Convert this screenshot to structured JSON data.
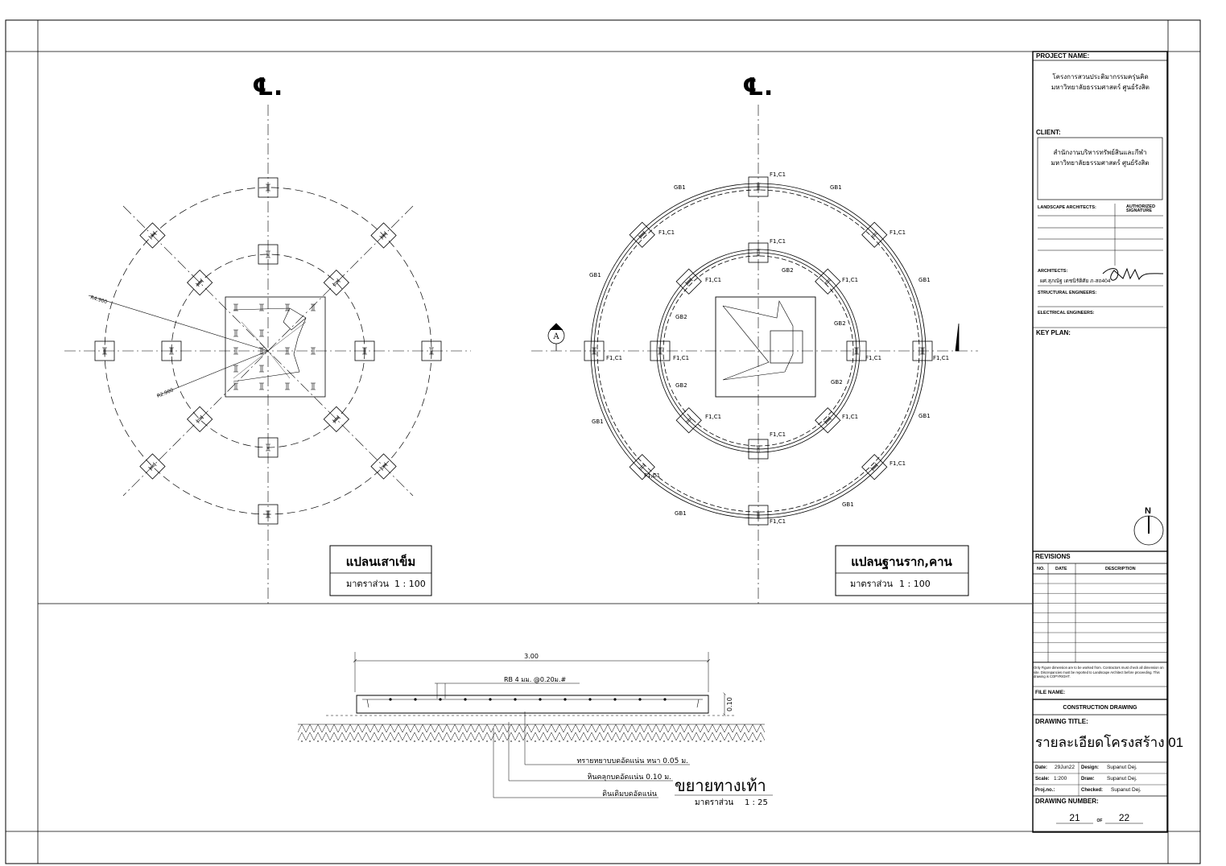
{
  "plans": {
    "centerline_symbol": "℄.",
    "pile_plan": {
      "title": "แปลนเสาเข็ม",
      "scale_label": "มาตราส่วน",
      "scale_value": "1 : 100",
      "radius_outer": "R4.900",
      "radius_inner": "R2.900"
    },
    "foundation_plan": {
      "title": "แปลนฐานราก,คาน",
      "scale_label": "มาตราส่วน",
      "scale_value": "1 : 100",
      "section_marker": "A",
      "footing_tag": "F1,C1",
      "beam_outer": "GB1",
      "beam_inner": "GB2"
    }
  },
  "detail": {
    "dimension": "3.00",
    "rebar": "RB 4 มม. @0.20ม.#",
    "thickness": "0.10",
    "layer_sand": "ทรายหยาบบดอัดแน่น หนา 0.05 ม.",
    "layer_gravel": "หินคลุกบดอัดแน่น 0.10 ม.",
    "layer_soil": "ดินเดิมบดอัดแน่น",
    "title": "ขยายทางเท้า",
    "scale_label": "มาตราส่วน",
    "scale_value": "1 : 25"
  },
  "title_block": {
    "project_name_label": "PROJECT NAME:",
    "project_name_line1": "โครงการสวนประติมากรรมครุ่นคิด",
    "project_name_line2": "มหาวิทยาลัยธรรมศาสตร์ ศูนย์รังสิต",
    "client_label": "CLIENT:",
    "client_line1": "สำนักงานบริหารทรัพย์สินและกีฬา",
    "client_line2": "มหาวิทยาลัยธรรมศาสตร์ ศูนย์รังสิต",
    "landscape_label": "LANDSCAPE ARCHITECTS:",
    "authorized_line1": "AUTHORIZED",
    "authorized_line2": "SIGNATURE",
    "architects_label": "ARCHITECTS:",
    "architect_name": "ผศ.สุภณัฐ เดชนิรัติศัย ภ-สถ404",
    "structural_label": "STRUCTURAL ENGINEERS:",
    "electrical_label": "ELECTRICAL ENGINEERS:",
    "key_plan_label": "KEY PLAN:",
    "north_label": "N",
    "revisions_label": "REVISIONS",
    "rev_columns": [
      "NO.",
      "DATE",
      "DESCRIPTION"
    ],
    "disclaimer": "Only Figure dimension are to be worked from. Contractors must check all dimension on site. Discrepancies must be reported to Landscape Architect before proceeding. This drawing is COPYRIGHT.",
    "file_name_label": "FILE NAME:",
    "stage": "CONSTRUCTION DRAWING",
    "drawing_title_label": "DRAWING TITLE:",
    "drawing_title": "รายละเอียดโครงสร้าง 01",
    "date_label": "Date:",
    "date_value": "29Jun22",
    "design_label": "Design:",
    "design_value": "Supanut Dej.",
    "scale_label": "Scale:",
    "scale_value": "1:200",
    "draw_label": "Draw:",
    "draw_value": "Supanut Dej.",
    "proj_label": "Proj.no.:",
    "proj_value": "",
    "checked_label": "Checked:",
    "checked_value": "Supanut Dej.",
    "drawing_number_label": "DRAWING NUMBER:",
    "sheet_number": "21",
    "of_label": "OF",
    "sheet_total": "22"
  },
  "colors": {
    "line": "#000000",
    "background": "#ffffff"
  }
}
